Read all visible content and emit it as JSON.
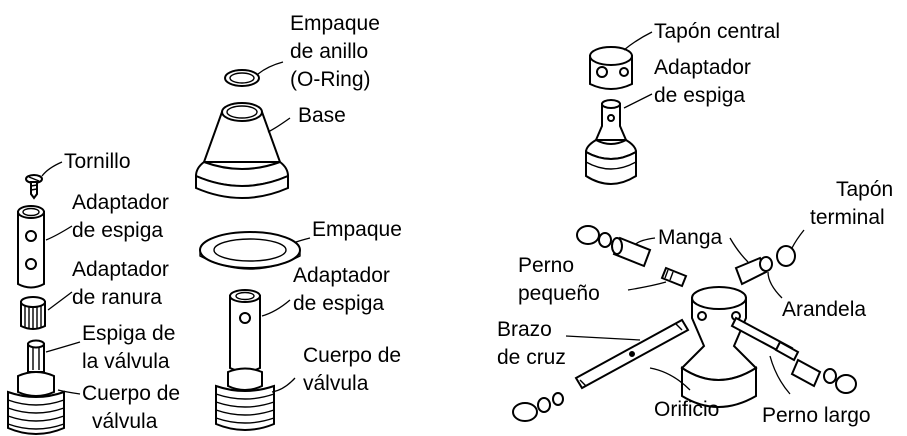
{
  "labels": {
    "empaque_anillo": [
      "Empaque",
      "de anillo",
      "(O-Ring)"
    ],
    "base": "Base",
    "tornillo": "Tornillo",
    "adaptador_espiga_left": [
      "Adaptador",
      "de espiga"
    ],
    "adaptador_ranura": [
      "Adaptador",
      "de ranura"
    ],
    "espiga_valvula": [
      "Espiga de",
      "la válvula"
    ],
    "cuerpo_valvula_left": [
      "Cuerpo de",
      "válvula"
    ],
    "empaque": "Empaque",
    "adaptador_espiga_mid": [
      "Adaptador",
      "de espiga"
    ],
    "cuerpo_valvula_mid": [
      "Cuerpo de",
      "válvula"
    ],
    "tapon_central": "Tapón central",
    "adaptador_espiga_right": [
      "Adaptador",
      "de espiga"
    ],
    "tapon_terminal": [
      "Tapón",
      "terminal"
    ],
    "manga": "Manga",
    "perno_pequeno": [
      "Perno",
      "pequeño"
    ],
    "arandela": "Arandela",
    "brazo_cruz": [
      "Brazo",
      "de cruz"
    ],
    "orificio": "Orificio",
    "perno_largo": "Perno largo"
  }
}
